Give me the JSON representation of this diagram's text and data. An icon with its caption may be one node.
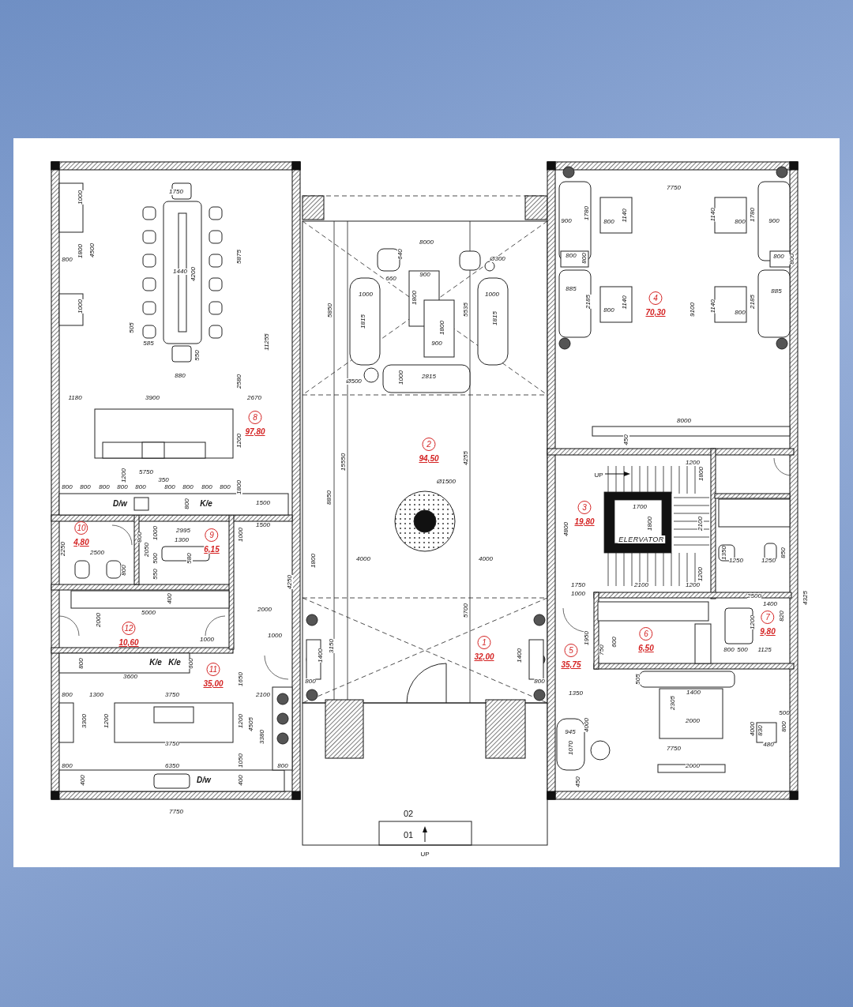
{
  "diagram": {
    "nodes": [
      {
        "text": [
          "4",
          "70,30"
        ]
      },
      {
        "text": [
          "8",
          "97,80"
        ]
      },
      {
        "text": [
          "2",
          "94,50"
        ]
      },
      {
        "text": [
          "3",
          "19,80"
        ]
      },
      {
        "text": [
          "10",
          "4,80"
        ]
      },
      {
        "text": [
          "9",
          "6,15"
        ]
      },
      {
        "text": [
          "7",
          "9,80"
        ]
      },
      {
        "text": [
          "12",
          "10,60"
        ]
      },
      {
        "text": [
          "6",
          "6,50"
        ]
      },
      {
        "text": [
          "1",
          "32,00"
        ]
      },
      {
        "text": [
          "5",
          "35,75"
        ]
      },
      {
        "text": [
          "11",
          "35,00"
        ]
      }
    ],
    "labels": [
      "1750",
      "1000",
      "1800",
      "4500",
      "800",
      "1000",
      "1440",
      "4200",
      "5875",
      "505",
      "585",
      "550",
      "880",
      "11255",
      "2580",
      "1180",
      "3900",
      "2670",
      "1200",
      "5750",
      "1200",
      "350",
      "800",
      "800",
      "800",
      "800",
      "800",
      "800",
      "800",
      "800",
      "800",
      "1800",
      "D/w",
      "800",
      "K/e",
      "1500",
      "1500",
      "2250",
      "800",
      "2050",
      "1000",
      "2995",
      "2500",
      "1300",
      "500",
      "580",
      "550",
      "1000",
      "800",
      "4250",
      "400",
      "5000",
      "2000",
      "2000",
      "1000",
      "1000",
      "800",
      "K/e",
      "K/e",
      "600",
      "3600",
      "1650",
      "800",
      "1300",
      "3750",
      "2100",
      "3300",
      "1200",
      "1200",
      "4505",
      "3380",
      "3750",
      "1050",
      "800",
      "6350",
      "800",
      "400",
      "D/w",
      "400",
      "7750",
      "8000",
      "640",
      "Ø300",
      "660",
      "900",
      "1000",
      "1000",
      "1800",
      "5850",
      "5535",
      "1815",
      "1815",
      "1800",
      "900",
      "1000",
      "2815",
      "Ø500",
      "15550",
      "4255",
      "Ø1500",
      "8850",
      "1800",
      "4000",
      "4000",
      "5700",
      "3150",
      "1400",
      "800",
      "1400",
      "800",
      "02",
      "01",
      "UP",
      "7750",
      "1780",
      "900",
      "800",
      "1140",
      "1140",
      "800",
      "1780",
      "900",
      "800",
      "800",
      "800",
      "800",
      "885",
      "885",
      "2185",
      "1140",
      "800",
      "9100",
      "1140",
      "800",
      "2185",
      "8000",
      "450",
      "1200",
      "UP",
      "1800",
      "4800",
      "1700",
      "1800",
      "2100",
      "ELERVATOR",
      "1350",
      "1250",
      "1250",
      "850",
      "1200",
      "1750",
      "2100",
      "1200",
      "1000",
      "2500",
      "4325",
      "1400",
      "820",
      "1200",
      "1950",
      "600",
      "750",
      "800",
      "500",
      "1125",
      "505",
      "1350",
      "1400",
      "2305",
      "2000",
      "500",
      "4000",
      "4000",
      "830",
      "800",
      "945",
      "480",
      "1070",
      "7750",
      "2000",
      "450"
    ]
  }
}
